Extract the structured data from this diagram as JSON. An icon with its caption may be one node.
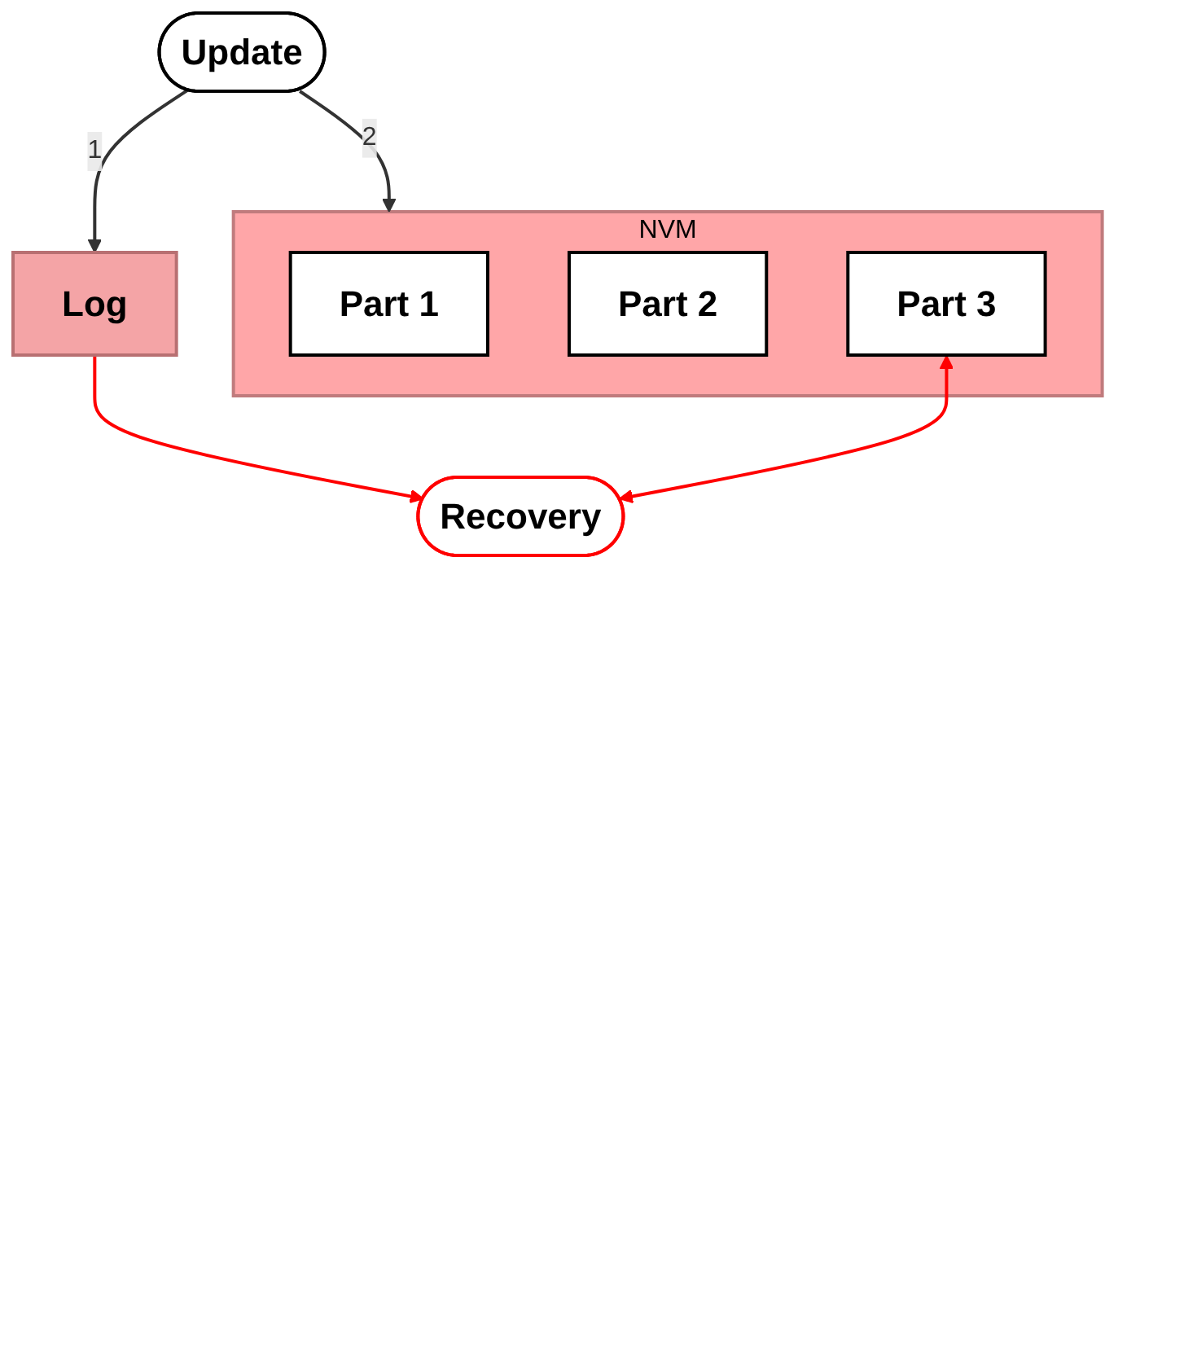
{
  "diagram": {
    "nodes": [
      {
        "text": [
          "Update"
        ]
      },
      {
        "text": [
          "Log"
        ]
      },
      {
        "text": [
          "NVM"
        ]
      },
      {
        "text": [
          "Part 1"
        ],
        "in": 2
      },
      {
        "text": [
          "Part 2"
        ],
        "in": 2
      },
      {
        "text": [
          "Part 3"
        ],
        "in": 2
      },
      {
        "text": [
          "Recovery"
        ]
      }
    ],
    "edges": [
      {
        "from": 0,
        "to": 1,
        "arrow": "to",
        "label": "1"
      },
      {
        "from": 0,
        "to": 2,
        "arrow": "to",
        "label": "2"
      },
      {
        "from": 1,
        "to": 6,
        "arrow": "to",
        "color": "#ff0000"
      },
      {
        "from": 5,
        "to": 6,
        "arrow": "both",
        "color": "#ff0000"
      }
    ]
  }
}
